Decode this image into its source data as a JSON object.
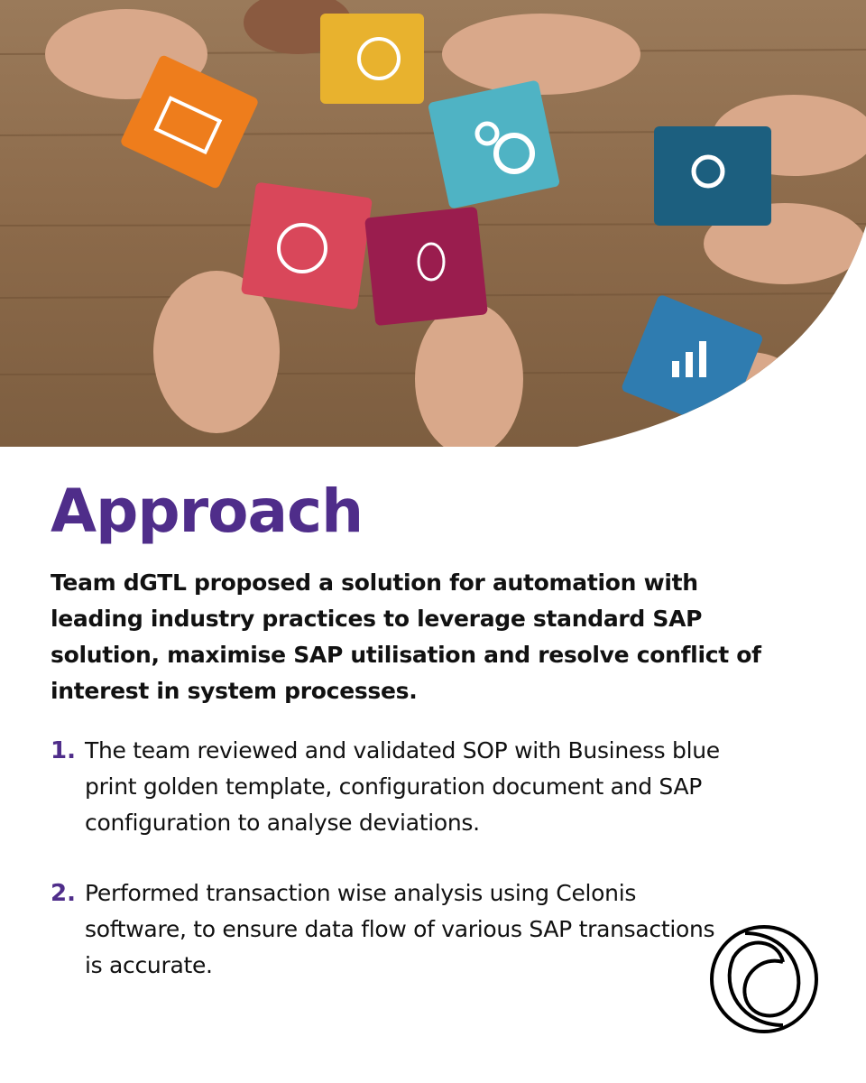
{
  "hero_image": {
    "alt": "Hands holding colorful puzzle pieces with icons on a wooden table",
    "pieces": [
      {
        "color": "#ee7d1c",
        "icon": "envelope-icon"
      },
      {
        "color": "#e8b22e",
        "icon": "globe-icon"
      },
      {
        "color": "#4fb3c4",
        "icon": "gears-icon"
      },
      {
        "color": "#1c5f7f",
        "icon": "location-pin-icon"
      },
      {
        "color": "#d9475a",
        "icon": "people-cycle-icon"
      },
      {
        "color": "#9a1d4e",
        "icon": "lightbulb-icon"
      },
      {
        "color": "#2f7cb0",
        "icon": "growth-chart-icon"
      }
    ]
  },
  "title": "Approach",
  "intro": "Team dGTL proposed a solution for automation with leading industry practices to leverage standard SAP solution, maximise SAP utilisation and resolve conflict of interest in system processes.",
  "steps": [
    {
      "number": "1.",
      "text": "The team reviewed and validated SOP with Business blue print golden template, configuration document and SAP configuration to analyse deviations."
    },
    {
      "number": "2.",
      "text": "Performed transaction wise analysis using Celonis software, to ensure data flow of various SAP transactions is accurate."
    }
  ],
  "colors": {
    "accent": "#4f2d8a",
    "text": "#111111",
    "wood": "#8a6a4c"
  }
}
